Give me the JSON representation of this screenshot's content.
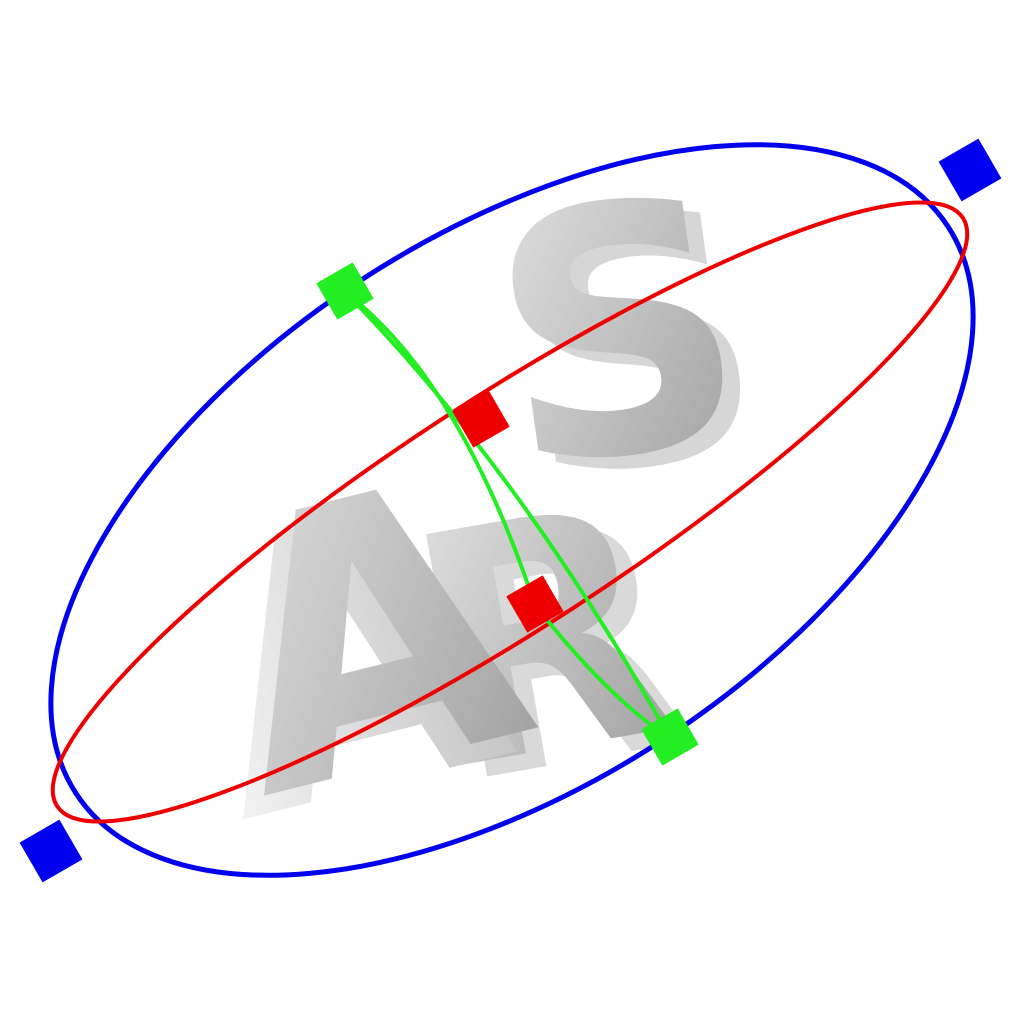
{
  "logo": {
    "letters": [
      "A",
      "R",
      "S"
    ],
    "letter_color_light": "#dedede",
    "letter_color_mid": "#b9b9b9",
    "letter_color_dark": "#8c8c8c"
  },
  "rings": {
    "outer_color": "#0000ee",
    "middle_color": "#ee0000",
    "inner_color": "#22ee22"
  },
  "handles": {
    "outer_color": "#0000ee",
    "middle_color": "#ee0000",
    "inner_color": "#22ee22"
  }
}
